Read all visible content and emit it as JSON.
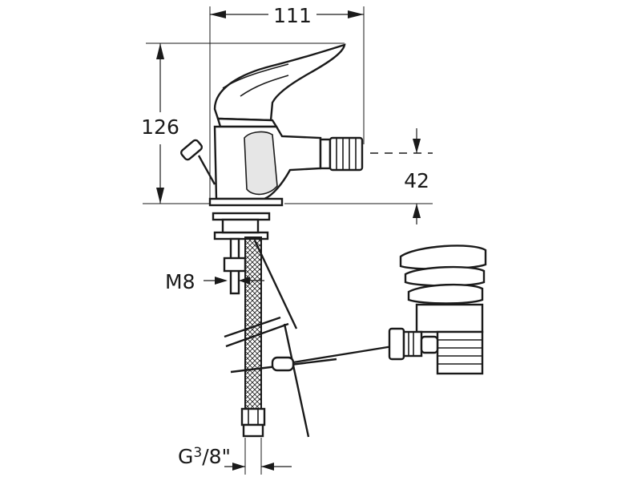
{
  "dimensions": {
    "width": "111",
    "height": "126",
    "spout_height": "42",
    "rod_thread": "M8",
    "connection_prefix": "G",
    "connection_fraction_num": "3",
    "connection_fraction_rest": "/8\""
  },
  "colors": {
    "line": "#1a1a1a",
    "background": "#ffffff",
    "shading": "#e6e6e6"
  }
}
